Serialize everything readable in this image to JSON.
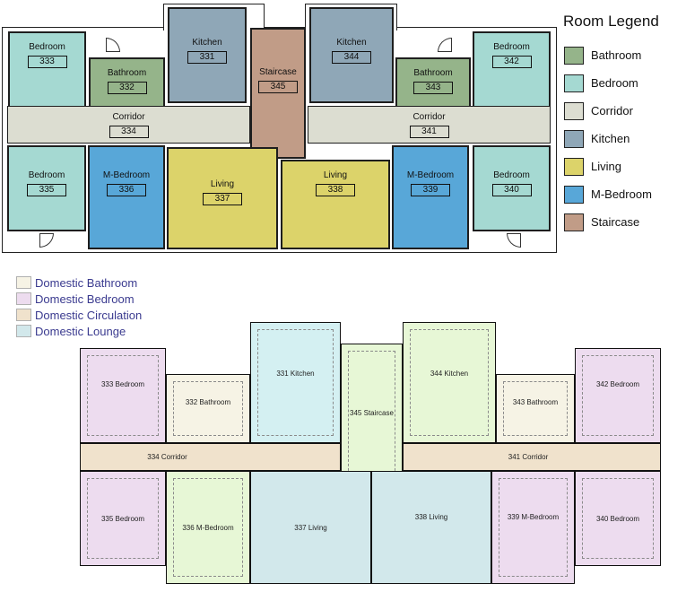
{
  "room_legend": {
    "title": "Room Legend",
    "items": [
      {
        "label": "Bathroom",
        "color": "#95b48a"
      },
      {
        "label": "Bedroom",
        "color": "#a5d9d2"
      },
      {
        "label": "Corridor",
        "color": "#dcddd1"
      },
      {
        "label": "Kitchen",
        "color": "#8fa7b7"
      },
      {
        "label": "Living",
        "color": "#dcd36a"
      },
      {
        "label": "M-Bedroom",
        "color": "#58a7d8"
      },
      {
        "label": "Staircase",
        "color": "#c19c87"
      }
    ]
  },
  "top_plan": {
    "rooms": [
      {
        "name": "Bedroom",
        "number": "333",
        "color": "#a5d9d2"
      },
      {
        "name": "Bathroom",
        "number": "332",
        "color": "#95b48a"
      },
      {
        "name": "Kitchen",
        "number": "331",
        "color": "#8fa7b7"
      },
      {
        "name": "Staircase",
        "number": "345",
        "color": "#c19c87"
      },
      {
        "name": "Kitchen",
        "number": "344",
        "color": "#8fa7b7"
      },
      {
        "name": "Bathroom",
        "number": "343",
        "color": "#95b48a"
      },
      {
        "name": "Bedroom",
        "number": "342",
        "color": "#a5d9d2"
      },
      {
        "name": "Corridor",
        "number": "334",
        "color": "#dcddd1"
      },
      {
        "name": "Corridor",
        "number": "341",
        "color": "#dcddd1"
      },
      {
        "name": "Bedroom",
        "number": "335",
        "color": "#a5d9d2"
      },
      {
        "name": "M-Bedroom",
        "number": "336",
        "color": "#58a7d8"
      },
      {
        "name": "Living",
        "number": "337",
        "color": "#dcd36a"
      },
      {
        "name": "Living",
        "number": "338",
        "color": "#dcd36a"
      },
      {
        "name": "M-Bedroom",
        "number": "339",
        "color": "#58a7d8"
      },
      {
        "name": "Bedroom",
        "number": "340",
        "color": "#a5d9d2"
      }
    ]
  },
  "department_legend": {
    "items": [
      {
        "label": "Domestic Bathroom",
        "color": "#f6f3e5"
      },
      {
        "label": "Domestic Bedroom",
        "color": "#eddcef"
      },
      {
        "label": "Domestic Circulation",
        "color": "#f0e2cc"
      },
      {
        "label": "Domestic Lounge",
        "color": "#d2e8eb"
      }
    ]
  },
  "bottom_plan": {
    "rooms": [
      {
        "label": "333 Bedroom",
        "color": "#eddcef"
      },
      {
        "label": "332 Bathroom",
        "color": "#f6f3e5"
      },
      {
        "label": "331 Kitchen",
        "color": "#d4f0f2"
      },
      {
        "label": "345 Staircase",
        "color": "#e7f7d6"
      },
      {
        "label": "344 Kitchen",
        "color": "#e7f7d6"
      },
      {
        "label": "343 Bathroom",
        "color": "#f6f3e5"
      },
      {
        "label": "342 Bedroom",
        "color": "#eddcef"
      },
      {
        "label": "334 Corridor",
        "color": "#f0e2cc"
      },
      {
        "label": "341 Corridor",
        "color": "#f0e2cc"
      },
      {
        "label": "335 Bedroom",
        "color": "#eddcef"
      },
      {
        "label": "336 M-Bedroom",
        "color": "#e7f7d6"
      },
      {
        "label": "337 Living",
        "color": "#d2e8eb"
      },
      {
        "label": "338 Living",
        "color": "#d2e8eb"
      },
      {
        "label": "339 M-Bedroom",
        "color": "#eddcef"
      },
      {
        "label": "340 Bedroom",
        "color": "#eddcef"
      }
    ]
  }
}
